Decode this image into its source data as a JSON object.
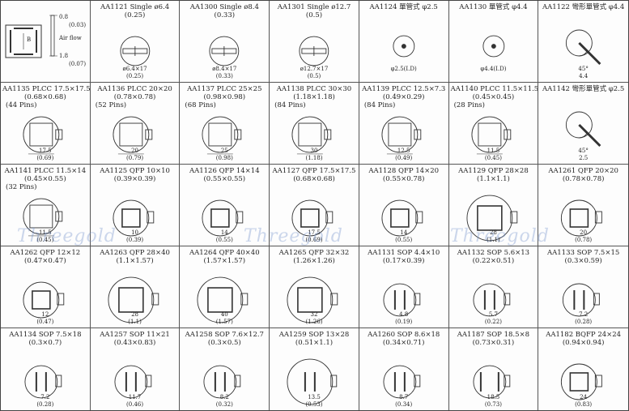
{
  "legend": {
    "lbl_b": "B",
    "v1": "0.8",
    "v1n": "(0.03)",
    "airflow": "Air flow",
    "v2": "1.8",
    "v2n": "(0.07)"
  },
  "cells": [
    {
      "t1": "AA1121 Single ø6.4",
      "t2": "(0.25)",
      "t3": "",
      "note": "ø6.4×17",
      "note2": "(0.25)",
      "kind": "round-single"
    },
    {
      "t1": "AA1300 Single ø8.4",
      "t2": "(0.33)",
      "t3": "",
      "note": "ø8.4×17",
      "note2": "(0.33)",
      "kind": "round-single"
    },
    {
      "t1": "AA1301 Single ø12.7",
      "t2": "(0.5)",
      "t3": "",
      "note": "ø12.7×17",
      "note2": "(0.5)",
      "kind": "round-single"
    },
    {
      "t1": "AA1124 單管式 φ2.5",
      "t2": "",
      "t3": "",
      "note": "φ2.5(I.D)",
      "note2": "",
      "kind": "pipe"
    },
    {
      "t1": "AA1130 單管式 φ4.4",
      "t2": "",
      "t3": "",
      "note": "φ4.4(I.D)",
      "note2": "",
      "kind": "pipe"
    },
    {
      "t1": "AA1122 彎形單管式 φ4.4",
      "t2": "",
      "t3": "",
      "note": "45°",
      "note2": "4.4",
      "kind": "bent"
    },
    {
      "t1": "AA1135 PLCC 17.5×17.5",
      "t2": "(0.68×0.68)",
      "t3": "(44 Pins)",
      "note": "17.5",
      "note2": "(0.69)",
      "kind": "plcc"
    },
    {
      "t1": "AA1136 PLCC 20×20",
      "t2": "(0.78×0.78)",
      "t3": "(52 Pins)",
      "note": "20",
      "note2": "(0.79)",
      "kind": "plcc"
    },
    {
      "t1": "AA1137 PLCC 25×25",
      "t2": "(0.98×0.98)",
      "t3": "(68 Pins)",
      "note": "25",
      "note2": "(0.98)",
      "kind": "plcc"
    },
    {
      "t1": "AA1138 PLCC 30×30",
      "t2": "(1.18×1.18)",
      "t3": "(84 Pins)",
      "note": "30",
      "note2": "(1.18)",
      "kind": "plcc"
    },
    {
      "t1": "AA1139 PLCC 12.5×7.3",
      "t2": "(0.49×0.29)",
      "t3": "(84 Pins)",
      "note": "12.5",
      "note2": "(0.49)",
      "kind": "plcc-small"
    },
    {
      "t1": "AA1140 PLCC 11.5×11.5",
      "t2": "(0.45×0.45)",
      "t3": "(28 Pins)",
      "note": "11.5",
      "note2": "(0.45)",
      "kind": "plcc"
    },
    {
      "t1": "AA1142 彎形單管式 φ2.5",
      "t2": "",
      "t3": "",
      "note": "45°",
      "note2": "2.5",
      "kind": "bent"
    },
    {
      "t1": "AA1141 PLCC 11.5×14",
      "t2": "(0.45×0.55)",
      "t3": "(32 Pins)",
      "note": "11.5",
      "note2": "(0.45)",
      "kind": "plcc"
    },
    {
      "t1": "AA1125 QFP 10×10",
      "t2": "(0.39×0.39)",
      "t3": "",
      "note": "10",
      "note2": "(0.39)",
      "kind": "qfp"
    },
    {
      "t1": "AA1126 QFP 14×14",
      "t2": "(0.55×0.55)",
      "t3": "",
      "note": "14",
      "note2": "(0.55)",
      "kind": "qfp"
    },
    {
      "t1": "AA1127 QFP 17.5×17.5",
      "t2": "(0.68×0.68)",
      "t3": "",
      "note": "17.5",
      "note2": "(0.69)",
      "kind": "qfp"
    },
    {
      "t1": "AA1128 QFP 14×20",
      "t2": "(0.55×0.78)",
      "t3": "",
      "note": "14",
      "note2": "(0.55)",
      "kind": "qfp"
    },
    {
      "t1": "AA1129 QFP 28×28",
      "t2": "(1.1×1.1)",
      "t3": "",
      "note": "28",
      "note2": "(1.1)",
      "kind": "qfp-big"
    },
    {
      "t1": "AA1261 QFP 20×20",
      "t2": "(0.78×0.78)",
      "t3": "",
      "note": "20",
      "note2": "(0.78)",
      "kind": "qfp"
    },
    {
      "t1": "AA1262 QFP 12×12",
      "t2": "(0.47×0.47)",
      "t3": "",
      "note": "12",
      "note2": "(0.47)",
      "kind": "qfp"
    },
    {
      "t1": "AA1263 QFP 28×40",
      "t2": "(1.1×1.57)",
      "t3": "",
      "note": "28",
      "note2": "(1.1)",
      "kind": "qfp-big"
    },
    {
      "t1": "AA1264 QFP 40×40",
      "t2": "(1.57×1.57)",
      "t3": "",
      "note": "40",
      "note2": "(1.57)",
      "kind": "qfp-big"
    },
    {
      "t1": "AA1265 QFP 32×32",
      "t2": "(1.26×1.26)",
      "t3": "",
      "note": "32",
      "note2": "(1.26)",
      "kind": "qfp-big"
    },
    {
      "t1": "AA1131 SOP 4.4×10",
      "t2": "(0.17×0.39)",
      "t3": "",
      "note": "4.8",
      "note2": "(0.19)",
      "kind": "sop"
    },
    {
      "t1": "AA1132 SOP 5.6×13",
      "t2": "(0.22×0.51)",
      "t3": "",
      "note": "5.7",
      "note2": "(0.22)",
      "kind": "sop"
    },
    {
      "t1": "AA1133 SOP 7.5×15",
      "t2": "(0.3×0.59)",
      "t3": "",
      "note": "7.2",
      "note2": "(0.28)",
      "kind": "sop"
    },
    {
      "t1": "AA1134 SOP 7.5×18",
      "t2": "(0.3×0.7)",
      "t3": "",
      "note": "7.2",
      "note2": "(0.28)",
      "kind": "sop"
    },
    {
      "t1": "AA1257 SOP 11×21",
      "t2": "(0.43×0.83)",
      "t3": "",
      "note": "11.7",
      "note2": "(0.46)",
      "kind": "sop"
    },
    {
      "t1": "AA1258 SOP 7.6×12.7",
      "t2": "(0.3×0.5)",
      "t3": "",
      "note": "8.2",
      "note2": "(0.32)",
      "kind": "sop"
    },
    {
      "t1": "AA1259 SOP 13×28",
      "t2": "(0.51×1.1)",
      "t3": "",
      "note": "13.5",
      "note2": "(0.53)",
      "kind": "sop-big"
    },
    {
      "t1": "AA1260 SOP 8.6×18",
      "t2": "(0.34×0.71)",
      "t3": "",
      "note": "8.7",
      "note2": "(0.34)",
      "kind": "sop"
    },
    {
      "t1": "AA1187 SOP 18.5×8",
      "t2": "(0.73×0.31)",
      "t3": "",
      "note": "18.5",
      "note2": "(0.73)",
      "kind": "sop-wide"
    },
    {
      "t1": "AA1182 BQFP 24×24",
      "t2": "(0.94×0.94)",
      "t3": "",
      "note": "24",
      "note2": "(0.83)",
      "kind": "qfp"
    }
  ],
  "watermark": {
    "text": "Threegold"
  }
}
